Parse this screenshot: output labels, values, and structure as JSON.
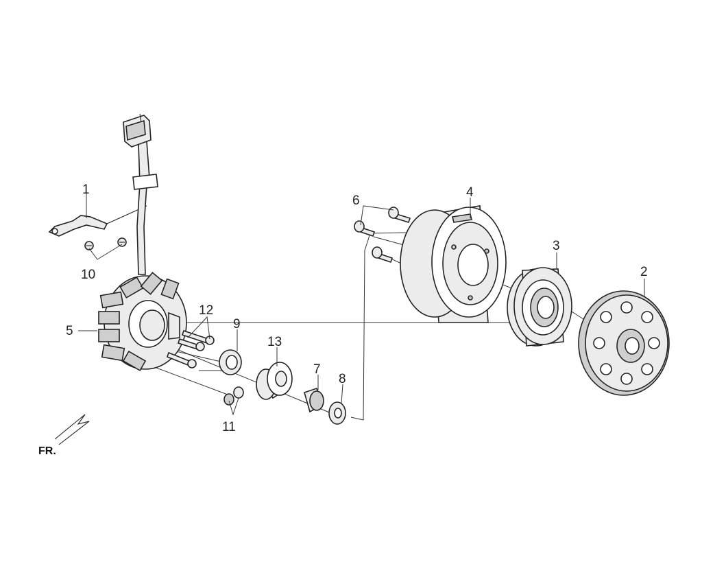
{
  "callouts": {
    "c1": "1",
    "c2": "2",
    "c3": "3",
    "c4": "4",
    "c5": "5",
    "c6": "6",
    "c7": "7",
    "c8": "8",
    "c9": "9",
    "c10": "10",
    "c11": "11",
    "c12": "12",
    "c13": "13"
  },
  "front_marker": "FR.",
  "colors": {
    "line": "#222222",
    "fill": "#ececec",
    "dark_fill": "#cfcfcf",
    "background": "#ffffff"
  }
}
